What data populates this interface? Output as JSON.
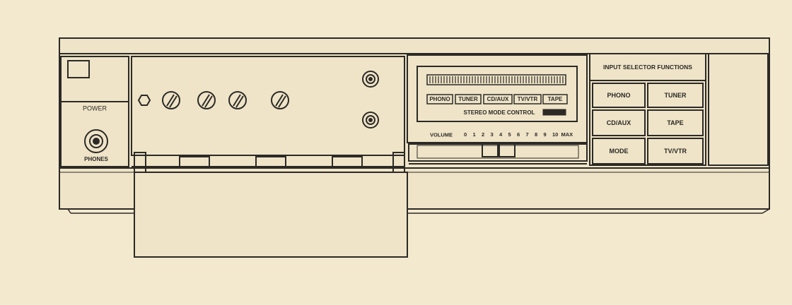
{
  "device": {
    "power_label": "POWER",
    "phones_label": "PHONES",
    "display": {
      "source_labels": [
        "PHONO",
        "TUNER",
        "CD/AUX",
        "TV/VTR",
        "TAPE"
      ],
      "stereo_mode_label": "STEREO MODE CONTROL",
      "volume_label": "VOLUME",
      "volume_scale": [
        "0",
        "1",
        "2",
        "3",
        "4",
        "5",
        "6",
        "7",
        "8",
        "9",
        "10",
        "MAX"
      ]
    },
    "input_selector": {
      "title": "INPUT SELECTOR FUNCTIONS",
      "buttons": [
        "PHONO",
        "TUNER",
        "CD/AUX",
        "TAPE",
        "MODE",
        "TV/VTR"
      ]
    }
  },
  "colors": {
    "paper": "#f3e9cf",
    "ink": "#2c2a26",
    "body": "#efe4c8"
  }
}
